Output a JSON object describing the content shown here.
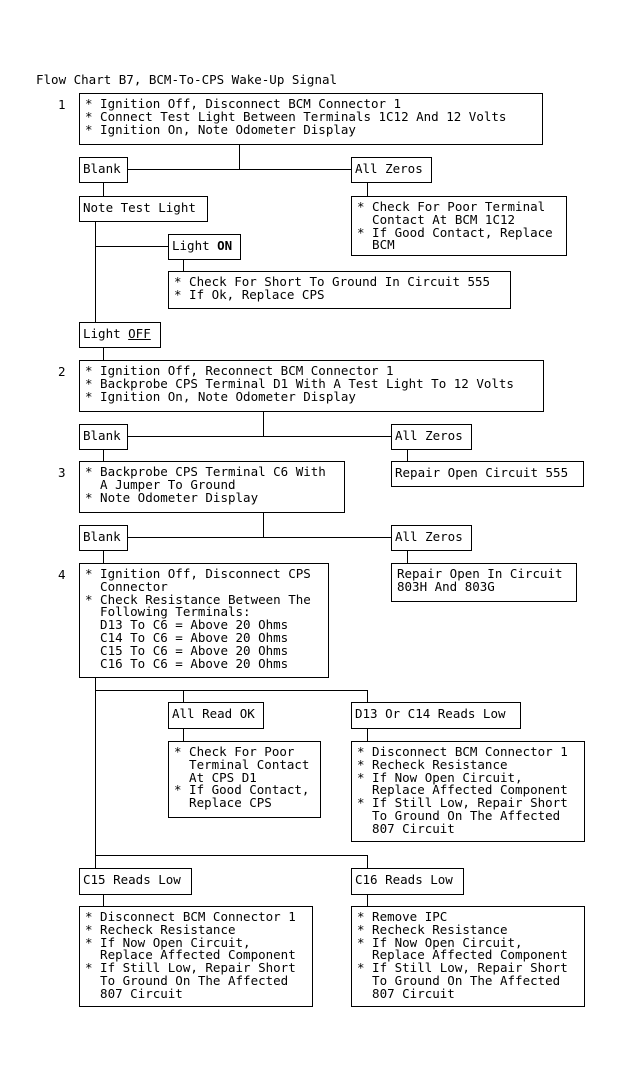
{
  "title": "Flow Chart B7, BCM-To-CPS Wake-Up Signal",
  "step_numbers": [
    "1",
    "2",
    "3",
    "4"
  ],
  "step1": [
    "* Ignition Off, Disconnect BCM Connector 1",
    "* Connect Test Light Between Terminals 1C12 And 12 Volts",
    "* Ignition On, Note Odometer Display"
  ],
  "step1_blank": "Blank",
  "step1_all_zeros": "All Zeros",
  "poor_contact_bcm": [
    "* Check For Poor Terminal",
    "  Contact At BCM 1C12",
    "* If Good Contact, Replace",
    "  BCM"
  ],
  "note_test_light": "Note Test Light",
  "light_on_prefix": "Light ",
  "light_on_word": "ON",
  "short_ground_555": [
    "* Check For Short To Ground In Circuit 555",
    "* If Ok, Replace CPS"
  ],
  "light_off_prefix": "Light ",
  "light_off_word": "OFF",
  "step2": [
    "* Ignition Off, Reconnect BCM Connector 1",
    "* Backprobe CPS Terminal D1 With A Test Light To 12 Volts",
    "* Ignition On, Note Odometer Display"
  ],
  "step2_blank": "Blank",
  "step2_all_zeros": "All Zeros",
  "repair_555": "Repair Open Circuit 555",
  "step3": [
    "* Backprobe CPS Terminal C6 With",
    "  A Jumper To Ground",
    "* Note Odometer Display"
  ],
  "step3_blank": "Blank",
  "step3_all_zeros": "All Zeros",
  "repair_803": [
    "Repair Open In Circuit",
    "803H And 803G"
  ],
  "step4": [
    "* Ignition Off, Disconnect CPS",
    "  Connector",
    "* Check Resistance Between The",
    "  Following Terminals:",
    "  D13 To C6 = Above 20 Ohms",
    "  C14 To C6 = Above 20 Ohms",
    "  C15 To C6 = Above 20 Ohms",
    "  C16 To C6 = Above 20 Ohms"
  ],
  "all_read_ok": "All Read OK",
  "d13_c14_low": "D13 Or C14 Reads Low",
  "poor_contact_cps": [
    "* Check For Poor",
    "  Terminal Contact",
    "  At CPS D1",
    "* If Good Contact,",
    "  Replace CPS"
  ],
  "d13_c14_actions": [
    "* Disconnect BCM Connector 1",
    "* Recheck Resistance",
    "* If Now Open Circuit,",
    "  Replace Affected Component",
    "* If Still Low, Repair Short",
    "  To Ground On The Affected",
    "  807 Circuit"
  ],
  "c15_low": "C15 Reads Low",
  "c16_low": "C16 Reads Low",
  "c15_actions": [
    "* Disconnect BCM Connector 1",
    "* Recheck Resistance",
    "* If Now Open Circuit,",
    "  Replace Affected Component",
    "* If Still Low, Repair Short",
    "  To Ground On The Affected",
    "  807 Circuit"
  ],
  "c16_actions": [
    "* Remove IPC",
    "* Recheck Resistance",
    "* If Now Open Circuit,",
    "  Replace Affected Component",
    "* If Still Low, Repair Short",
    "  To Ground On The Affected",
    "  807 Circuit"
  ]
}
